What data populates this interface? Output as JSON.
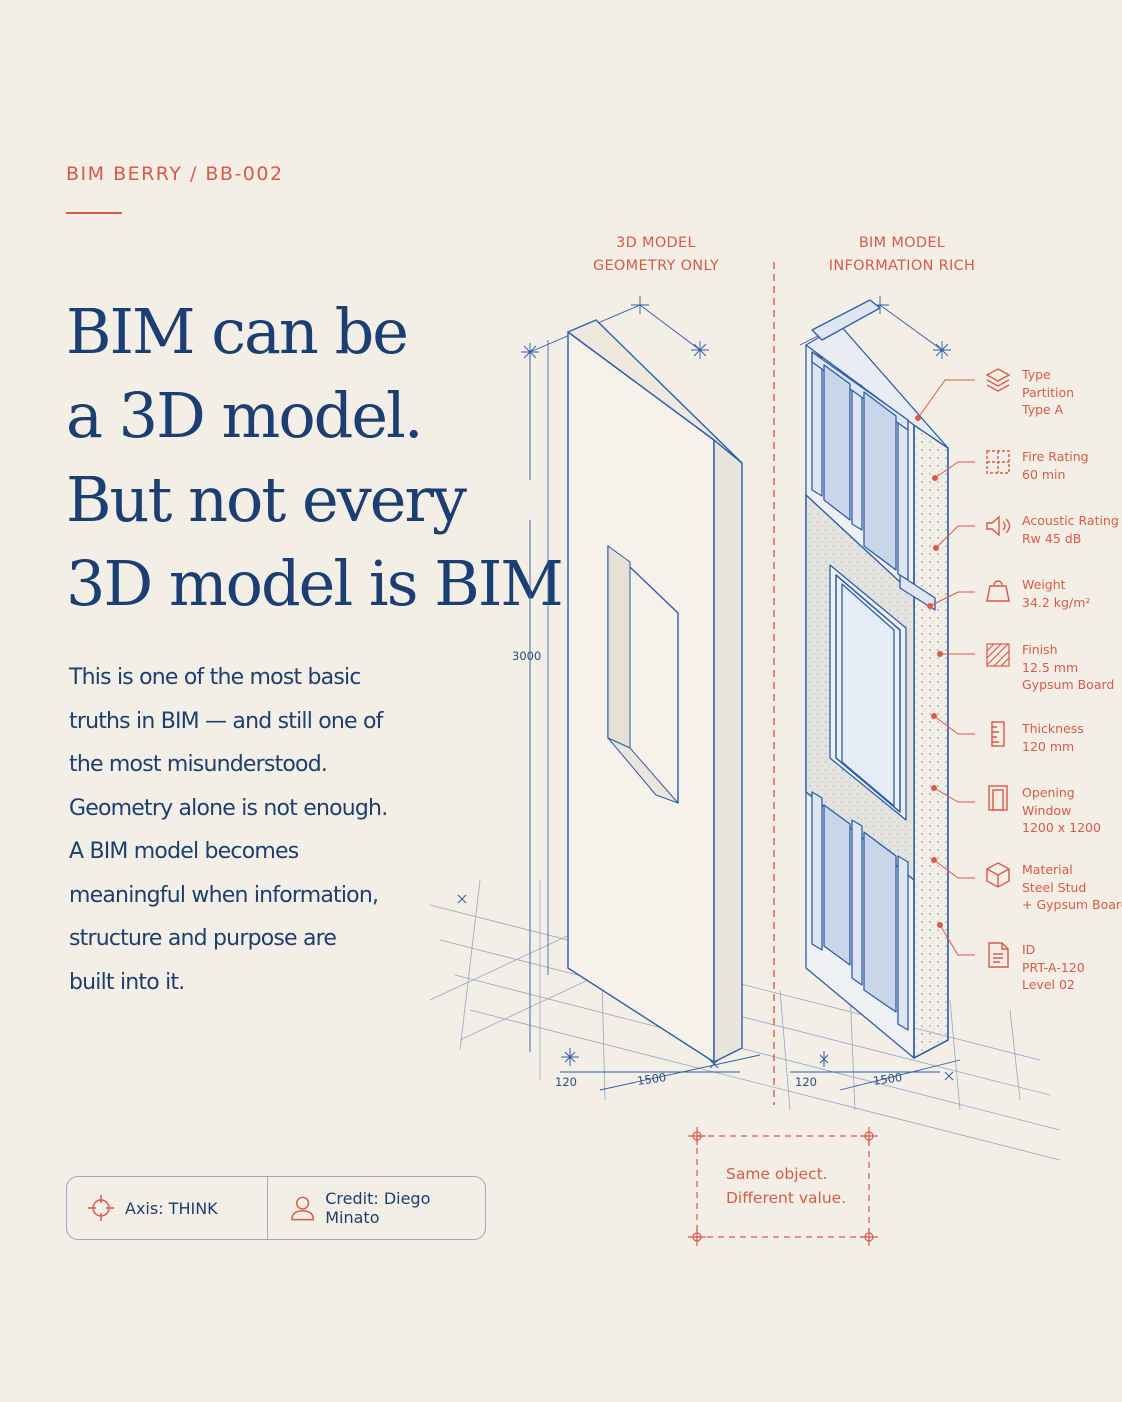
{
  "header": {
    "kicker": "BIM BERRY / BB-002"
  },
  "headline": {
    "lines": [
      "BIM can be",
      "a 3D model.",
      "But not every",
      "3D model is BIM."
    ]
  },
  "body": {
    "lines": [
      "This is one of the most basic",
      "truths in BIM — and still one of",
      "the most misunderstood.",
      "Geometry alone is not enough.",
      "A BIM model becomes",
      "meaningful when information,",
      "structure and purpose are",
      "built into it."
    ]
  },
  "columns": {
    "left": {
      "line1": "3D MODEL",
      "line2": "GEOMETRY ONLY"
    },
    "right": {
      "line1": "BIM MODEL",
      "line2": "INFORMATION RICH"
    }
  },
  "dimensions": {
    "height": "3000",
    "left_thickness": "120",
    "left_width": "1500",
    "right_thickness": "120",
    "right_width": "1500"
  },
  "attributes": [
    {
      "icon": "layers-icon",
      "lines": [
        "Type",
        "Partition",
        "Type A"
      ]
    },
    {
      "icon": "fire-rating-icon",
      "lines": [
        "Fire Rating",
        "60 min"
      ]
    },
    {
      "icon": "speaker-icon",
      "lines": [
        "Acoustic Rating",
        "Rw 45 dB"
      ]
    },
    {
      "icon": "weight-icon",
      "lines": [
        "Weight",
        "34.2 kg/m²"
      ]
    },
    {
      "icon": "hatch-icon",
      "lines": [
        "Finish",
        "12.5 mm",
        "Gypsum Board"
      ]
    },
    {
      "icon": "ruler-icon",
      "lines": [
        "Thickness",
        "120 mm"
      ]
    },
    {
      "icon": "door-icon",
      "lines": [
        "Opening",
        "Window",
        "1200 x 1200"
      ]
    },
    {
      "icon": "cube-icon",
      "lines": [
        "Material",
        "Steel Stud",
        "+ Gypsum Board"
      ]
    },
    {
      "icon": "document-icon",
      "lines": [
        "ID",
        "PRT-A-120",
        "Level 02"
      ]
    }
  ],
  "note": {
    "line1": "Same object.",
    "line2": "Different value."
  },
  "footer": {
    "axis_label": "Axis: THINK",
    "credit_label": "Credit: Diego Minato"
  },
  "colors": {
    "background": "#f4efe6",
    "navy": "#1b3f73",
    "accent_red": "#d95a45",
    "sketch_blue": "#2d5ea8"
  }
}
